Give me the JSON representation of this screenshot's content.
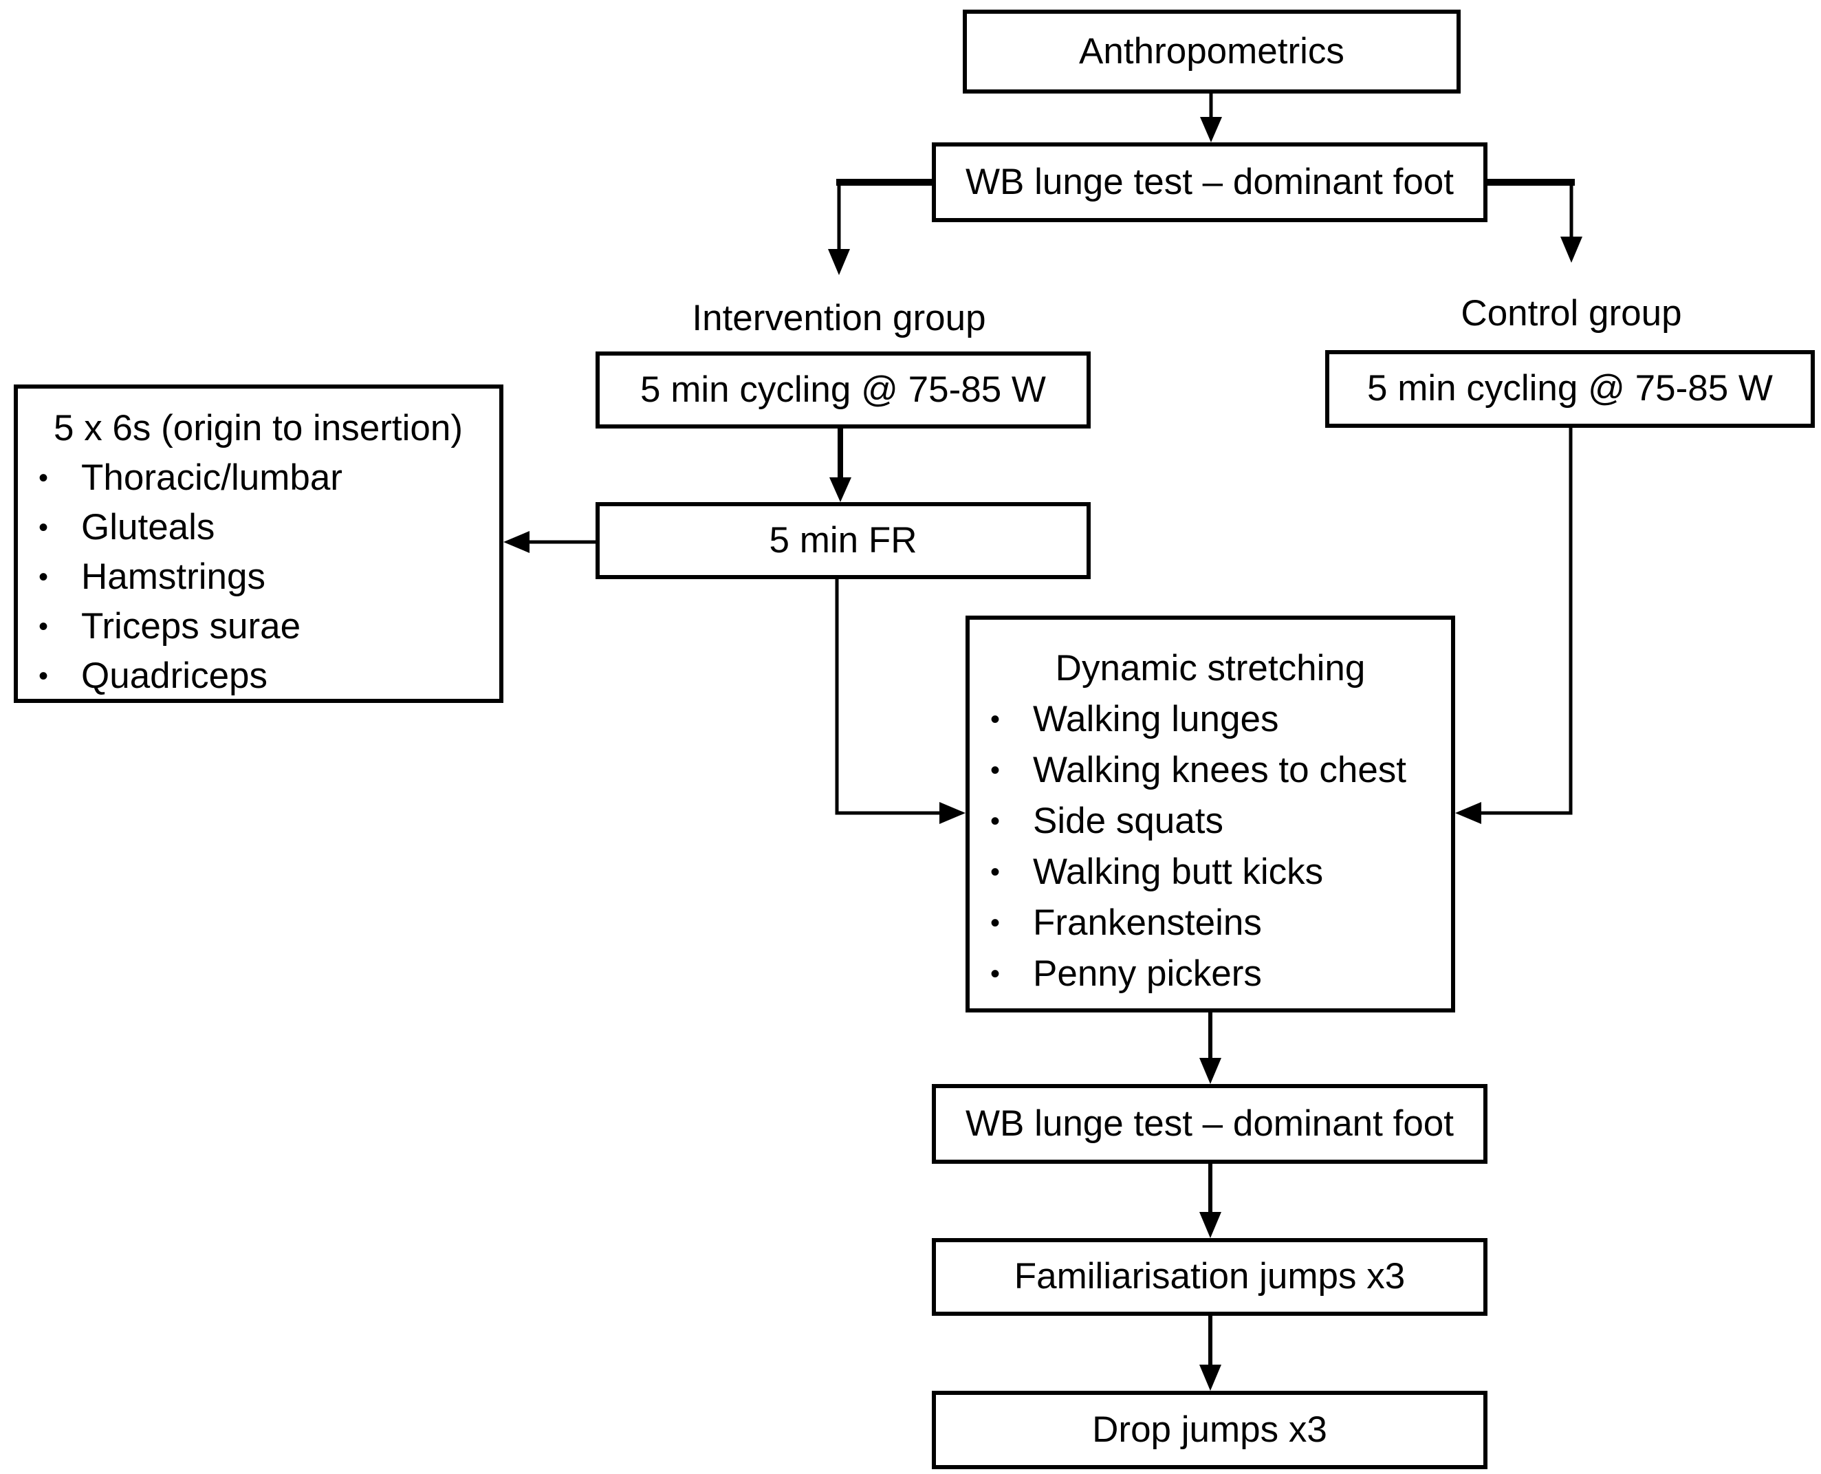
{
  "flowchart": {
    "bullet_char": "•",
    "colors": {
      "line": "#000000",
      "box_border": "#000000",
      "box_bg": "#ffffff",
      "text": "#000000"
    },
    "nodes": {
      "anthropometrics": {
        "label": "Anthropometrics"
      },
      "wb_lunge_top": {
        "label": "WB lunge test – dominant foot"
      },
      "cycling_intervention": {
        "label": "5 min cycling @ 75-85 W"
      },
      "foam_rolling": {
        "title": "5 x 6s (origin to insertion)",
        "items": [
          "Thoracic/lumbar",
          "Gluteals",
          "Hamstrings",
          "Triceps surae",
          "Quadriceps"
        ]
      },
      "fr": {
        "label": "5 min FR"
      },
      "cycling_control": {
        "label": "5 min cycling @ 75-85 W"
      },
      "dynamic_stretching": {
        "title": "Dynamic stretching",
        "items": [
          "Walking lunges",
          "Walking knees to chest",
          "Side squats",
          "Walking butt kicks",
          "Frankensteins",
          "Penny pickers"
        ]
      },
      "wb_lunge_bottom": {
        "label": "WB lunge test – dominant foot"
      },
      "familiarisation": {
        "label": "Familiarisation jumps x3"
      },
      "drop_jumps": {
        "label": "Drop jumps x3"
      }
    },
    "labels": {
      "intervention": "Intervention group",
      "control": "Control group"
    },
    "edges": [
      {
        "from": "anthropometrics",
        "to": "wb_lunge_top"
      },
      {
        "from": "wb_lunge_top",
        "to": "intervention_group_branch"
      },
      {
        "from": "wb_lunge_top",
        "to": "control_group_branch"
      },
      {
        "from": "cycling_intervention",
        "to": "fr"
      },
      {
        "from": "fr",
        "to": "foam_rolling"
      },
      {
        "from": "fr",
        "to": "dynamic_stretching"
      },
      {
        "from": "cycling_control",
        "to": "dynamic_stretching"
      },
      {
        "from": "dynamic_stretching",
        "to": "wb_lunge_bottom"
      },
      {
        "from": "wb_lunge_bottom",
        "to": "familiarisation"
      },
      {
        "from": "familiarisation",
        "to": "drop_jumps"
      }
    ]
  }
}
